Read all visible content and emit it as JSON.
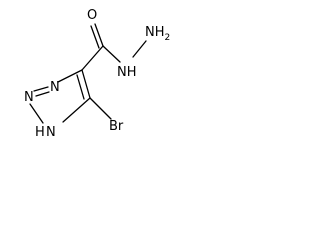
{
  "molecule": {
    "atoms": {
      "oxygen": "O",
      "amide_nh": "NH",
      "terminal_nh2": "NH",
      "terminal_nh2_subscript": "2",
      "ring_n3": "N",
      "ring_n2": "N",
      "ring_n1_h": "H",
      "ring_n1": "N",
      "bromine": "Br"
    }
  }
}
